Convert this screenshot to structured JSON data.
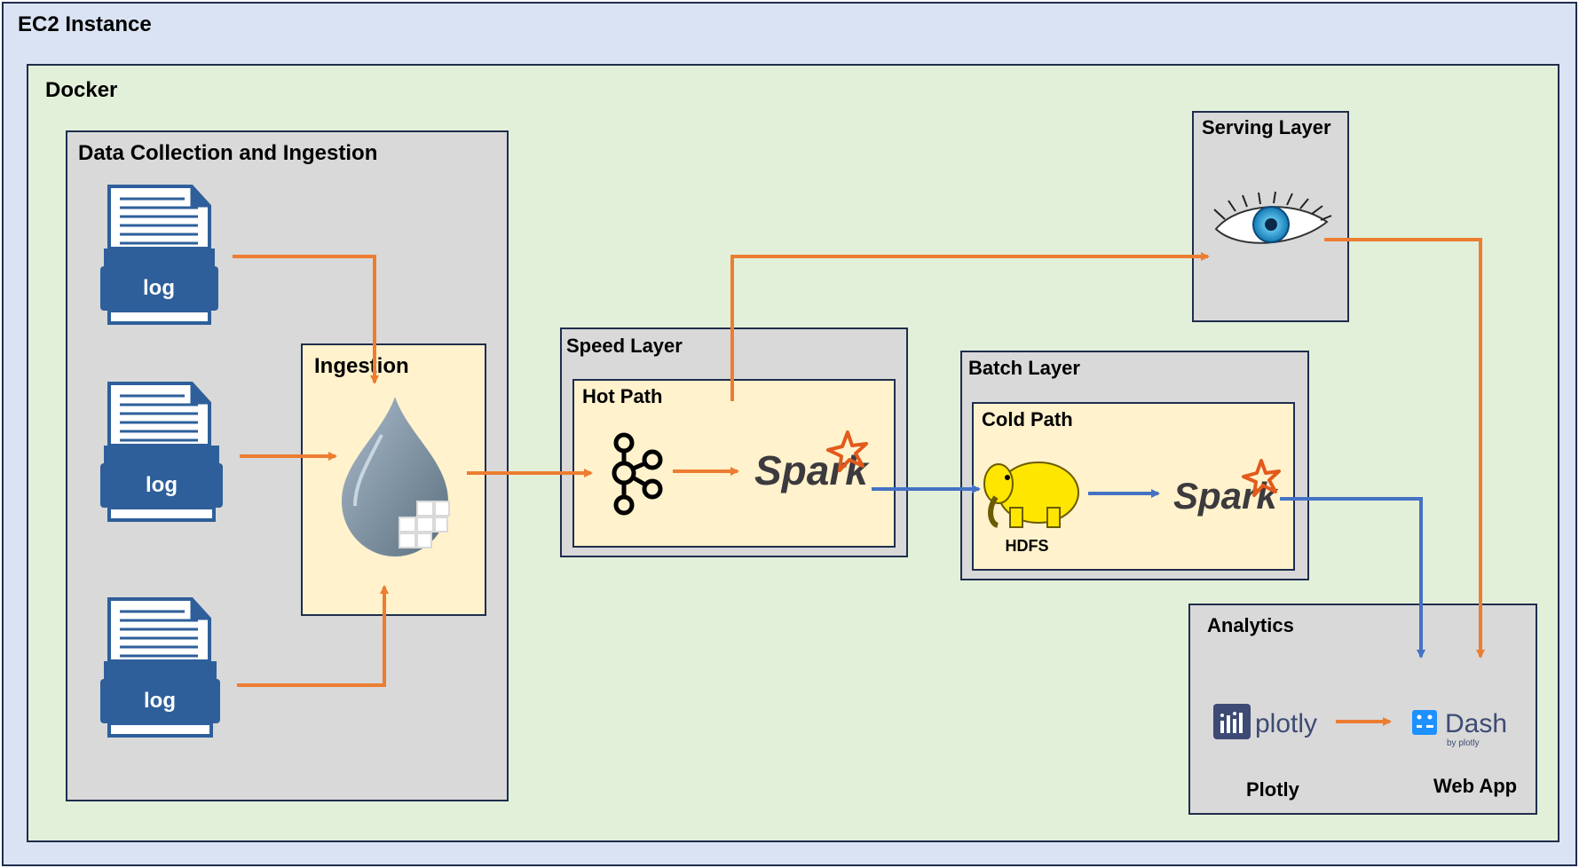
{
  "containers": {
    "ec2": "EC2 Instance",
    "docker": "Docker",
    "collection": "Data Collection and Ingestion",
    "ingestion": "Ingestion",
    "speed": "Speed Layer",
    "hot": "Hot Path",
    "batch": "Batch Layer",
    "cold": "Cold Path",
    "serving": "Serving Layer",
    "analytics": "Analytics"
  },
  "icons": {
    "log": "log",
    "spark": "Spark",
    "hdfs": "HDFS",
    "plotly_logo": "plotly",
    "dash_logo": "Dash",
    "dash_sub": "by plotly"
  },
  "captions": {
    "plotly": "Plotly",
    "webapp": "Web App"
  },
  "colors": {
    "ec2_fill": "#dae3f3",
    "docker_fill": "#e2f0d9",
    "box_fill": "#d9d9d9",
    "inner_fill": "#fff2cc",
    "border": "#1f2d4d",
    "orange_arrow": "#ed7d31",
    "blue_arrow": "#4472c4",
    "log_blue": "#2e5f9a",
    "spark_orange": "#e25a1c",
    "hdfs_yellow": "#ffe600"
  }
}
